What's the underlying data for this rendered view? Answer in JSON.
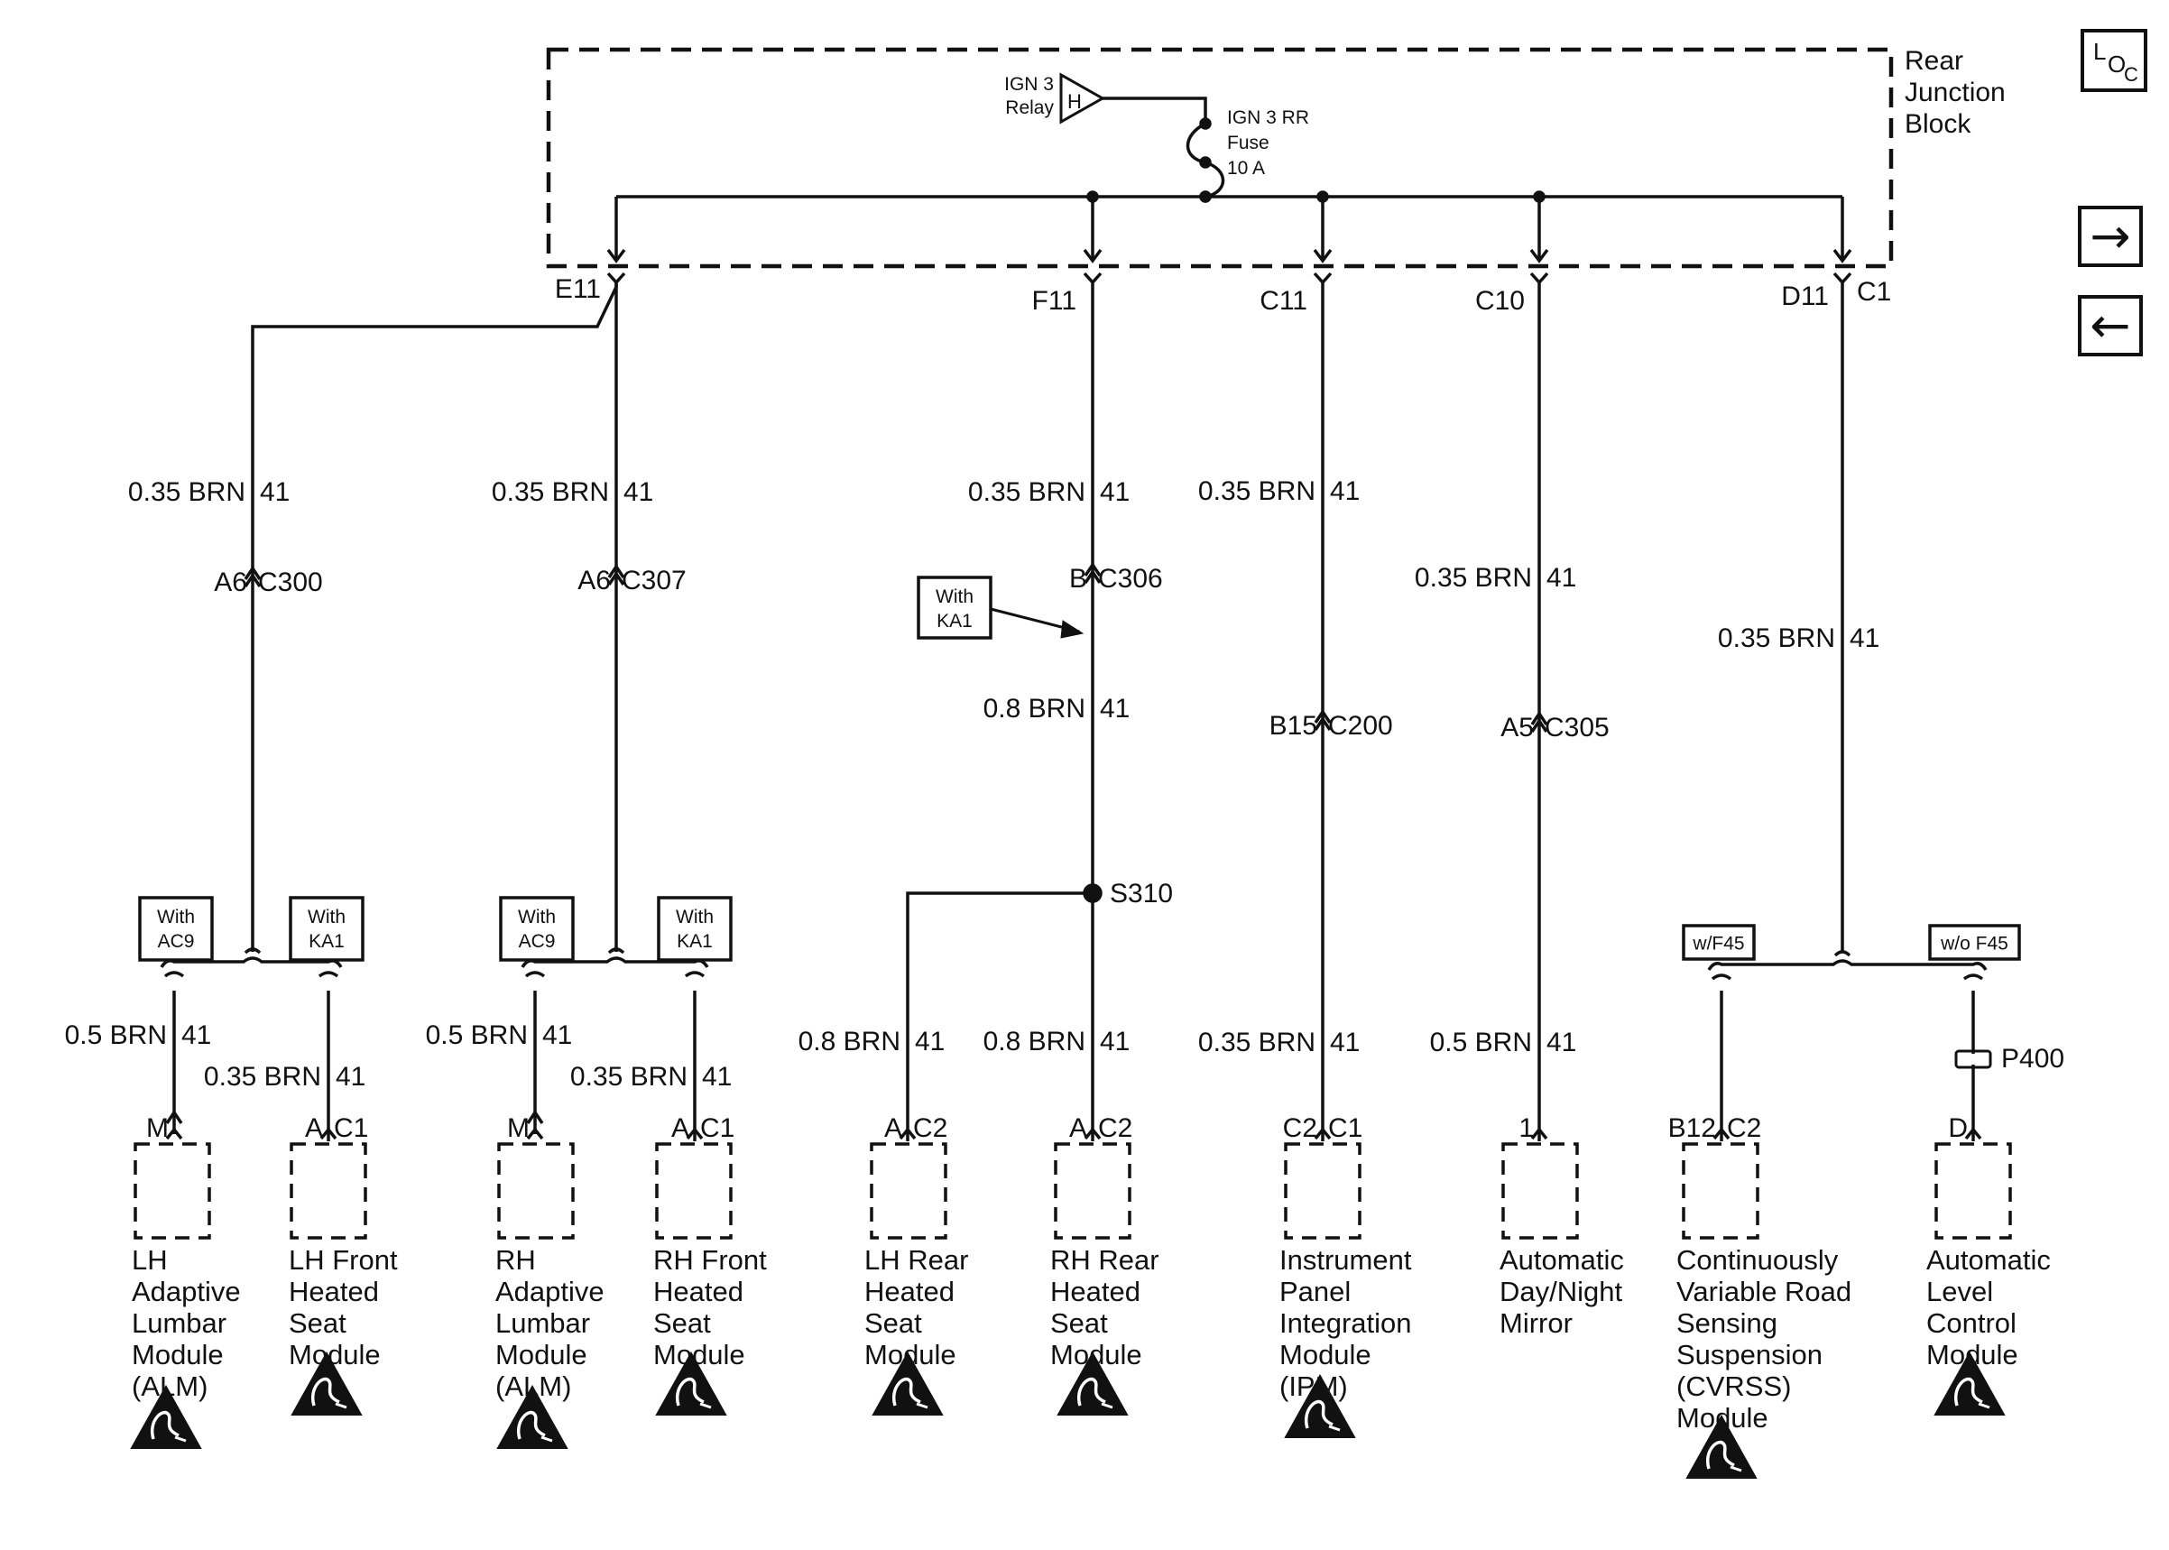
{
  "nav": {
    "loc": {
      "l": "L",
      "o": "O",
      "c": "C"
    },
    "forward_icon": "→",
    "back_icon": "←"
  },
  "block": {
    "title_lines": [
      "Rear",
      "Junction",
      "Block"
    ],
    "relay_label": [
      "IGN 3",
      "Relay"
    ],
    "relay_terminal": "H",
    "fuse_label": [
      "IGN 3 RR",
      "Fuse",
      "10 A"
    ]
  },
  "connectors": {
    "e11": "E11",
    "f11": "F11",
    "c11": "C11",
    "c10": "C10",
    "d11": "D11",
    "c1": "C1"
  },
  "wires": {
    "w1": [
      "0.35 BRN",
      "41"
    ],
    "w2": [
      "0.35 BRN",
      "41"
    ],
    "w3": [
      "0.35 BRN",
      "41"
    ],
    "w4": [
      "0.35 BRN",
      "41"
    ],
    "w5": [
      "0.35 BRN",
      "41"
    ],
    "w6": [
      "0.35 BRN",
      "41"
    ],
    "w3b": [
      "0.8 BRN",
      "41"
    ],
    "lh_alm": [
      "0.5 BRN",
      "41"
    ],
    "lh_front": [
      "0.35 BRN",
      "41"
    ],
    "rh_alm": [
      "0.5 BRN",
      "41"
    ],
    "rh_front": [
      "0.35 BRN",
      "41"
    ],
    "lh_rear": [
      "0.8 BRN",
      "41"
    ],
    "rh_rear": [
      "0.8 BRN",
      "41"
    ],
    "ipm": [
      "0.35 BRN",
      "41"
    ],
    "mirror": [
      "0.5 BRN",
      "41"
    ]
  },
  "inline_connectors": {
    "c300": [
      "A6",
      "C300"
    ],
    "c307": [
      "A6",
      "C307"
    ],
    "c306": [
      "B",
      "C306"
    ],
    "c200": [
      "B15",
      "C200"
    ],
    "c305": [
      "A5",
      "C305"
    ]
  },
  "splice": "S310",
  "p400": "P400",
  "options": {
    "ac9_1": [
      "With",
      "AC9"
    ],
    "ka1_1": [
      "With",
      "KA1"
    ],
    "ac9_2": [
      "With",
      "AC9"
    ],
    "ka1_2": [
      "With",
      "KA1"
    ],
    "ka1_3": [
      "With",
      "KA1"
    ],
    "wf45": "w/F45",
    "wof45": "w/o F45"
  },
  "terminals": {
    "lh_alm": [
      "M",
      ""
    ],
    "lh_front": [
      "A",
      "C1"
    ],
    "rh_alm": [
      "M",
      ""
    ],
    "rh_front": [
      "A",
      "C1"
    ],
    "lh_rear": [
      "A",
      "C2"
    ],
    "rh_rear": [
      "A",
      "C2"
    ],
    "ipm": [
      "C2",
      "C1"
    ],
    "mirror": [
      "1",
      ""
    ],
    "cvrss": [
      "B12",
      "C2"
    ],
    "alc": [
      "D",
      ""
    ]
  },
  "modules": {
    "lh_alm": [
      "LH",
      "Adaptive",
      "Lumbar",
      "Module",
      "(ALM)"
    ],
    "lh_front": [
      "LH Front",
      "Heated",
      "Seat",
      "Module"
    ],
    "rh_alm": [
      "RH",
      "Adaptive",
      "Lumbar",
      "Module",
      "(ALM)"
    ],
    "rh_front": [
      "RH Front",
      "Heated",
      "Seat",
      "Module"
    ],
    "lh_rear": [
      "LH Rear",
      "Heated",
      "Seat",
      "Module"
    ],
    "rh_rear": [
      "RH Rear",
      "Heated",
      "Seat",
      "Module"
    ],
    "ipm": [
      "Instrument",
      "Panel",
      "Integration",
      "Module",
      "(IPM)"
    ],
    "mirror": [
      "Automatic",
      "Day/Night",
      "Mirror"
    ],
    "cvrss": [
      "Continuously",
      "Variable Road",
      "Sensing",
      "Suspension",
      "(CVRSS)",
      "Module"
    ],
    "alc": [
      "Automatic",
      "Level",
      "Control",
      "Module"
    ]
  },
  "esd_icon": "esd-warning-icon"
}
